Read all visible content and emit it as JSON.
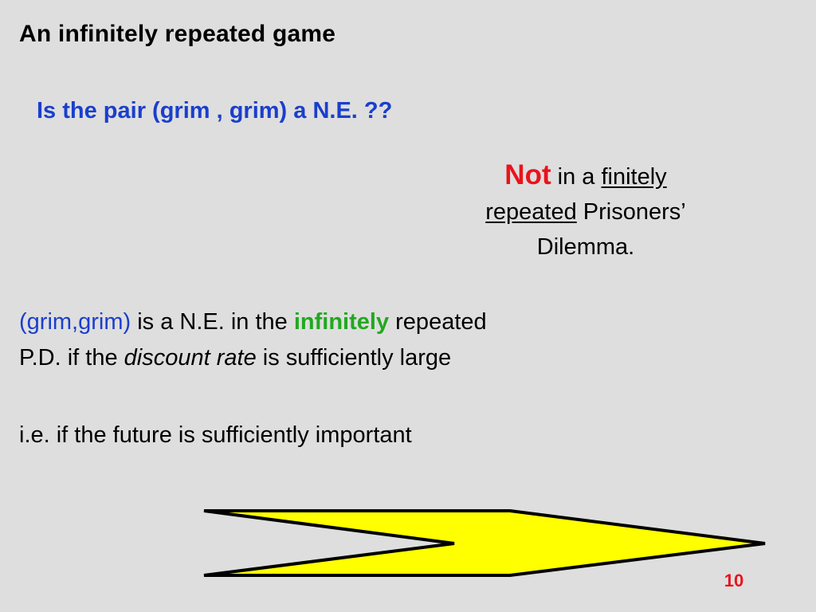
{
  "slide": {
    "title": "An infinitely repeated game",
    "question": "Is the pair (grim , grim) a N.E. ??",
    "note": {
      "not_word": "Not",
      "text_1": " in a ",
      "finitely": "finitely",
      "repeated": "repeated",
      "text_2": " Prisoners’",
      "dilemma": "Dilemma."
    },
    "statement": {
      "grim_pair": "(grim,grim)",
      "text_1": " is a N.E. in the ",
      "infinitely": "infinitely",
      "text_2": " repeated",
      "text_3": "P.D. if the ",
      "discount_rate": "discount rate",
      "text_4": " is sufficiently large"
    },
    "importance": "i.e. if the future is sufficiently important",
    "page_number": "10"
  },
  "colors": {
    "background": "#dedede",
    "title": "#000000",
    "question": "#1a3fcc",
    "not_word": "#e8141c",
    "grim_pair": "#1a3fcc",
    "infinitely": "#22a820",
    "arrow_fill": "#ffff00",
    "arrow_stroke": "#000000",
    "page_number": "#e8141c"
  }
}
